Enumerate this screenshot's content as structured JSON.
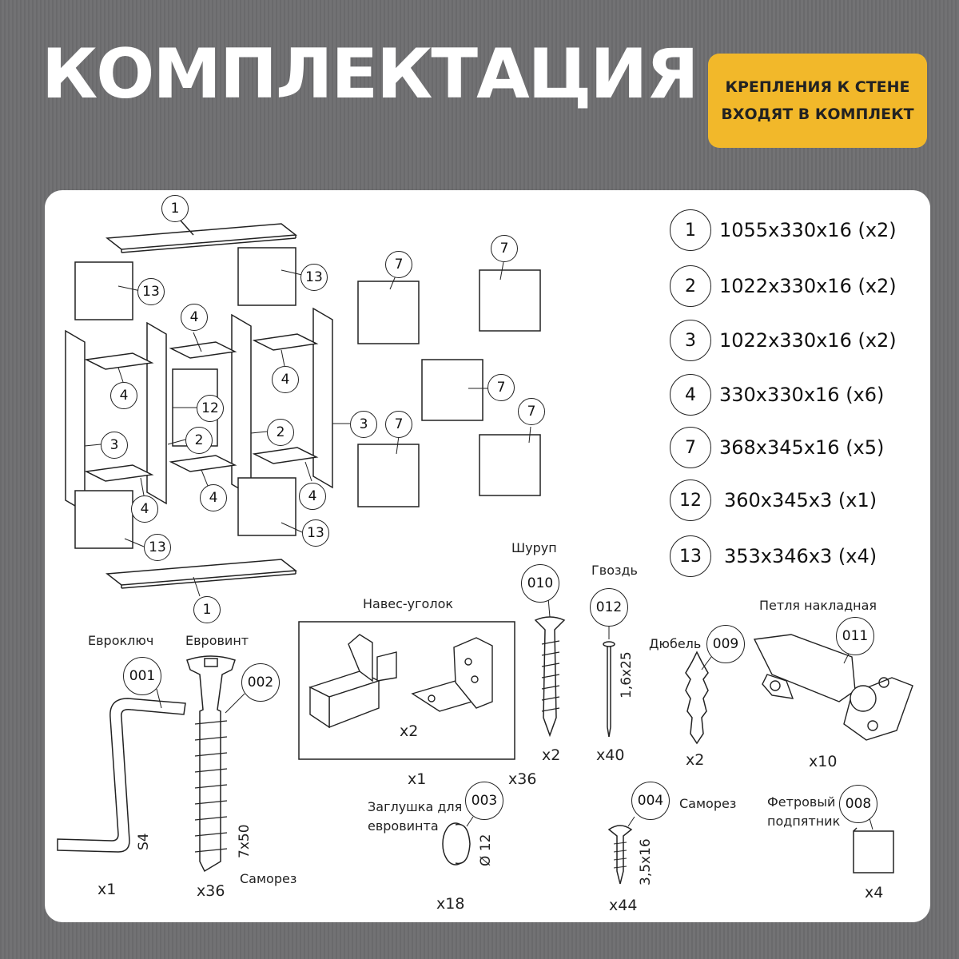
{
  "header": {
    "title": "КОМПЛЕКТАЦИЯ",
    "badge_line1": "КРЕПЛЕНИЯ К СТЕНЕ",
    "badge_line2": "ВХОДЯТ В КОМПЛЕКТ",
    "badge_color": "#f2b82a"
  },
  "parts": [
    {
      "num": "1",
      "size": "1055x330x16 (x2)"
    },
    {
      "num": "2",
      "size": "1022x330x16 (x2)"
    },
    {
      "num": "3",
      "size": "1022x330x16 (x2)"
    },
    {
      "num": "4",
      "size": "330x330x16 (x6)"
    },
    {
      "num": "7",
      "size": "368x345x16 (x5)"
    },
    {
      "num": "12",
      "size": "360x345x3 (x1)"
    },
    {
      "num": "13",
      "size": "353x346x3 (x4)"
    }
  ],
  "diagram_callouts": {
    "top_shelf": "1",
    "bottom_shelf": "1",
    "back_tl": "13",
    "back_tr": "13",
    "back_bl": "13",
    "back_br": "13",
    "shelf_a": "4",
    "shelf_b": "4",
    "shelf_c": "4",
    "shelf_d": "4",
    "shelf_e": "4",
    "shelf_f": "4",
    "side_left": "3",
    "side_right": "3",
    "mid_left": "2",
    "mid_right": "2",
    "back_center": "12",
    "door_1": "7",
    "door_2": "7",
    "door_3": "7",
    "door_4": "7",
    "door_5": "7"
  },
  "hardware": {
    "evroklyuch": {
      "name": "Евроключ",
      "code": "001",
      "size": "S4",
      "qty": "x1"
    },
    "evrovint": {
      "name": "Евровинт",
      "code": "002",
      "size": "7x50",
      "qty": "x36",
      "note": "Саморез"
    },
    "naves": {
      "name": "Навес-уголок",
      "qty_inner": "x2",
      "qty_a": "x1",
      "qty_b": "x36"
    },
    "zaglushka": {
      "name_line1": "Заглушка для",
      "name_line2": "евровинта",
      "code": "003",
      "size": "Ø 12",
      "qty": "x18"
    },
    "shurup": {
      "name": "Шуруп",
      "code": "010",
      "qty": "x2"
    },
    "gvozd": {
      "name": "Гвоздь",
      "code": "012",
      "size": "1,6x25",
      "qty": "x40"
    },
    "samorez": {
      "name": "Саморез",
      "code": "004",
      "size": "3,5x16",
      "qty": "x44"
    },
    "dyubel": {
      "name": "Дюбель",
      "code": "009",
      "qty": "x2"
    },
    "petlya": {
      "name": "Петля накладная",
      "code": "011",
      "qty": "x10"
    },
    "podpyatnik": {
      "name_line1": "Фетровый",
      "name_line2": "подпятник",
      "code": "008",
      "qty": "x4"
    }
  }
}
